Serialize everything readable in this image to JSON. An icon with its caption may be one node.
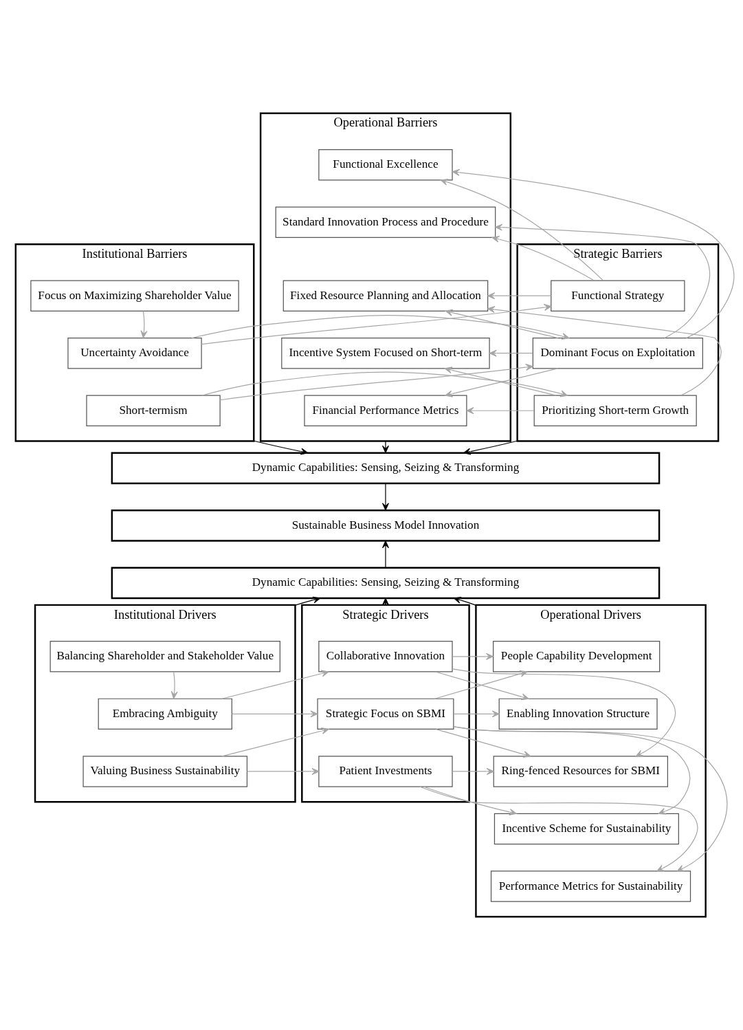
{
  "diagram": {
    "nodes": [
      {
        "text": [
          "Institutional Barriers"
        ]
      },
      {
        "text": [
          "Focus on Maximizing Shareholder Value"
        ],
        "in": 0
      },
      {
        "text": [
          "Uncertainty Avoidance"
        ],
        "in": 0
      },
      {
        "text": [
          "Short-termism"
        ],
        "in": 0
      },
      {
        "text": [
          "Strategic Barriers"
        ]
      },
      {
        "text": [
          "Functional Strategy"
        ],
        "in": 4
      },
      {
        "text": [
          "Dominant Focus on Exploitation"
        ],
        "in": 4
      },
      {
        "text": [
          "Prioritizing Short-term Growth"
        ],
        "in": 4
      },
      {
        "text": [
          "Operational Barriers"
        ]
      },
      {
        "text": [
          "Functional Excellence"
        ],
        "in": 8
      },
      {
        "text": [
          "Standard Innovation Process and Procedure"
        ],
        "in": 8
      },
      {
        "text": [
          "Fixed Resource Planning and Allocation"
        ],
        "in": 8
      },
      {
        "text": [
          "Incentive System Focused on Short-term"
        ],
        "in": 8
      },
      {
        "text": [
          "Financial Performance Metrics"
        ],
        "in": 8
      },
      {
        "text": [
          "Dynamic Capabilities: Sensing, Seizing & Transforming"
        ]
      },
      {
        "text": [
          "Sustainable Business Model Innovation"
        ]
      },
      {
        "text": [
          "Dynamic Capabilities: Sensing, Seizing & Transforming"
        ]
      },
      {
        "text": [
          "Institutional Drivers"
        ]
      },
      {
        "text": [
          "Balancing Shareholder and Stakeholder Value"
        ],
        "in": 17
      },
      {
        "text": [
          "Embracing Ambiguity"
        ],
        "in": 17
      },
      {
        "text": [
          "Valuing Business Sustainability"
        ],
        "in": 17
      },
      {
        "text": [
          "Strategic Drivers"
        ]
      },
      {
        "text": [
          "Collaborative Innovation"
        ],
        "in": 21
      },
      {
        "text": [
          "Strategic Focus on SBMI"
        ],
        "in": 21
      },
      {
        "text": [
          "Patient Investments"
        ],
        "in": 21
      },
      {
        "text": [
          "Operational Drivers"
        ]
      },
      {
        "text": [
          "People Capability Development"
        ],
        "in": 25
      },
      {
        "text": [
          "Enabling Innovation Structure"
        ],
        "in": 25
      },
      {
        "text": [
          "Ring-fenced Resources for SBMI"
        ],
        "in": 25
      },
      {
        "text": [
          "Incentive Scheme for Sustainability"
        ],
        "in": 25
      },
      {
        "text": [
          "Performance Metrics for Sustainability"
        ],
        "in": 25
      }
    ],
    "edges": [
      {
        "from": 1,
        "to": 2,
        "arrow": "to"
      },
      {
        "from": 2,
        "to": 5,
        "arrow": "to"
      },
      {
        "from": 2,
        "to": 6,
        "arrow": "to"
      },
      {
        "from": 3,
        "to": 6,
        "arrow": "to"
      },
      {
        "from": 3,
        "to": 7,
        "arrow": "to"
      },
      {
        "from": 5,
        "to": 9,
        "arrow": "to"
      },
      {
        "from": 5,
        "to": 10,
        "arrow": "to"
      },
      {
        "from": 5,
        "to": 11,
        "arrow": "to"
      },
      {
        "from": 6,
        "to": 9,
        "arrow": "to"
      },
      {
        "from": 6,
        "to": 10,
        "arrow": "to"
      },
      {
        "from": 6,
        "to": 11,
        "arrow": "to"
      },
      {
        "from": 6,
        "to": 12,
        "arrow": "to"
      },
      {
        "from": 6,
        "to": 13,
        "arrow": "to"
      },
      {
        "from": 7,
        "to": 11,
        "arrow": "to"
      },
      {
        "from": 7,
        "to": 12,
        "arrow": "to"
      },
      {
        "from": 7,
        "to": 13,
        "arrow": "to"
      },
      {
        "from": 0,
        "to": 14,
        "arrow": "to",
        "color": "#000000"
      },
      {
        "from": 4,
        "to": 14,
        "arrow": "to",
        "color": "#000000"
      },
      {
        "from": 8,
        "to": 14,
        "arrow": "to",
        "color": "#000000"
      },
      {
        "from": 14,
        "to": 15,
        "arrow": "to",
        "color": "#000000"
      },
      {
        "from": 16,
        "to": 15,
        "arrow": "to",
        "color": "#000000"
      },
      {
        "from": 17,
        "to": 16,
        "arrow": "to",
        "color": "#000000"
      },
      {
        "from": 21,
        "to": 16,
        "arrow": "to",
        "color": "#000000"
      },
      {
        "from": 25,
        "to": 16,
        "arrow": "to",
        "color": "#000000"
      },
      {
        "from": 18,
        "to": 19,
        "arrow": "to"
      },
      {
        "from": 19,
        "to": 22,
        "arrow": "to"
      },
      {
        "from": 19,
        "to": 23,
        "arrow": "to"
      },
      {
        "from": 20,
        "to": 23,
        "arrow": "to"
      },
      {
        "from": 20,
        "to": 24,
        "arrow": "to"
      },
      {
        "from": 22,
        "to": 26,
        "arrow": "to"
      },
      {
        "from": 22,
        "to": 27,
        "arrow": "to"
      },
      {
        "from": 22,
        "to": 28,
        "arrow": "to"
      },
      {
        "from": 23,
        "to": 26,
        "arrow": "to"
      },
      {
        "from": 23,
        "to": 27,
        "arrow": "to"
      },
      {
        "from": 23,
        "to": 28,
        "arrow": "to"
      },
      {
        "from": 23,
        "to": 29,
        "arrow": "to"
      },
      {
        "from": 23,
        "to": 30,
        "arrow": "to"
      },
      {
        "from": 24,
        "to": 28,
        "arrow": "to"
      },
      {
        "from": 24,
        "to": 29,
        "arrow": "to"
      },
      {
        "from": 24,
        "to": 30,
        "arrow": "to"
      }
    ]
  }
}
